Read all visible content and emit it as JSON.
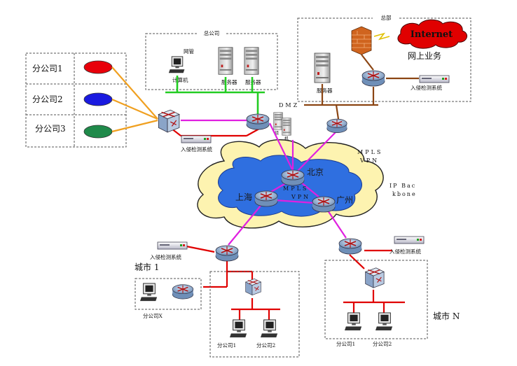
{
  "legend": {
    "items": [
      {
        "label": "分公司1",
        "color": "#e8000a"
      },
      {
        "label": "分公司2",
        "color": "#1a1ae0"
      },
      {
        "label": "分公司3",
        "color": "#1f8a4a"
      }
    ]
  },
  "hq": {
    "title": "总公司",
    "mgmt_label": "网管",
    "computer_label": "计算机",
    "server1_label": "服务器",
    "server2_label": "服务器"
  },
  "zongbu": {
    "title": "总部",
    "internet_label": "Internet",
    "online_label": "网上业务",
    "server_label": "服务器",
    "ids_label": "入侵检测系统"
  },
  "dmz": {
    "label": "DMZ",
    "sub1": "组",
    "sub2": "机"
  },
  "core": {
    "ids_label": "入侵检测系统",
    "mpls_vpn_top": "MPLS",
    "mpls_vpn_bot": "VPN",
    "ip_backbone_top": "IP Bac",
    "ip_backbone_bot": "kbone",
    "beijing": "北京",
    "shanghai": "上海",
    "guangzhou": "广州",
    "mpls_inner_top": "MPLS",
    "mpls_inner_bot": "VPN"
  },
  "city1": {
    "label": "城市 1",
    "ids_label": "入侵检测系统",
    "branchx": "分公司X",
    "branch1": "分公司1",
    "branch2": "分公司2"
  },
  "cityN": {
    "label": "城市 N",
    "ids_label": "入侵检测系统",
    "branch1": "分公司1",
    "branch2": "分公司2"
  },
  "colors": {
    "green_link": "#22cc22",
    "magenta_link": "#e020e0",
    "red_link": "#e00000",
    "orange_link": "#f0a020",
    "brown_link": "#8b4513",
    "cloud_outer": "#fdf3b0",
    "cloud_inner": "#2f6fe0",
    "router": "#7fa0c8"
  }
}
